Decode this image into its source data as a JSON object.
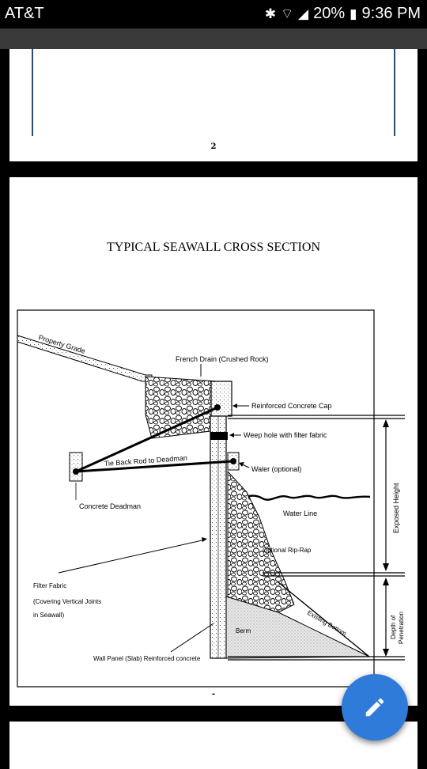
{
  "status_bar": {
    "carrier": "AT&T",
    "battery": "20%",
    "time": "9:36 PM"
  },
  "pages": [
    {
      "page_number": "2"
    },
    {
      "title": "TYPICAL SEAWALL CROSS SECTION",
      "labels": {
        "property_grade": "Property Grade",
        "french_drain": "French Drain (Crushed Rock)",
        "reinforced_cap": "Reinforced Concrete Cap",
        "weep_hole": "Weep hole with filter fabric",
        "tie_back_rod": "Tie Back Rod to Deadman",
        "waler": "Waler (optional)",
        "concrete_deadman": "Concrete Deadman",
        "water_line": "Water Line",
        "rip_rap": "Optional Rip-Rap",
        "filter_fabric": "Filter Fabric",
        "filter_fabric_note_1": "(Covering Vertical Joints",
        "filter_fabric_note_2": "in Seawall)",
        "existing_bottom": "Existing Bottom",
        "berm": "Berm",
        "wall_panel": "Wall Panel (Slab) Reinforced concrete",
        "exposed_height": "Exposed Height",
        "depth_of_penetration_1": "Depth of",
        "depth_of_penetration_2": "Penetration"
      },
      "page_number": "-"
    }
  ],
  "fab": {
    "icon": "pencil-icon",
    "color": "#2f7bd9"
  }
}
